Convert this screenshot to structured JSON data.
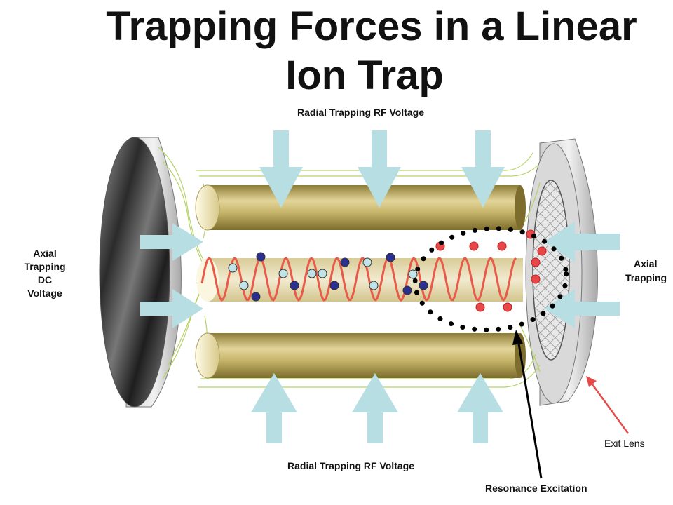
{
  "title": {
    "line1": "Trapping Forces in a Linear",
    "line2": "Ion Trap"
  },
  "labels": {
    "radial_top": "Radial  Trapping RF Voltage",
    "radial_bottom": "Radial  Trapping RF Voltage",
    "axial_left": [
      "Axial",
      "Trapping",
      "DC",
      "Voltage"
    ],
    "axial_right": [
      "Axial",
      "Trapping"
    ],
    "exit_lens": "Exit Lens",
    "resonance": "Resonance Excitation"
  },
  "colors": {
    "rod_gold": "#c9b96a",
    "arrow": "#b7dfe3",
    "sine": "#e85a4a",
    "ion_dark": "#2b2f8f",
    "ion_light": "#bfe3e6",
    "ion_red": "#e8474a",
    "dotted_ellipse": "#000000",
    "exit_arrow": "#e84a4a",
    "field_lines": "#b5d36a"
  }
}
